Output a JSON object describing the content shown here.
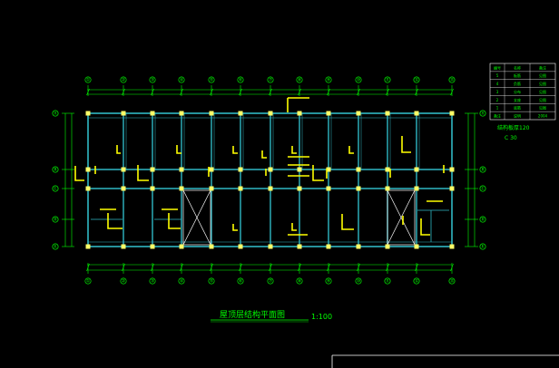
{
  "drawing": {
    "title": "屋顶层结构平面图",
    "scale": "1:100",
    "colors": {
      "background": "#000000",
      "beam": "#2fb8c4",
      "column": "#ffff66",
      "rebar": "#ffff00",
      "dimension": "#00ff00",
      "bubble": "#00ff00"
    },
    "top_axes": [
      "①",
      "②",
      "③",
      "④",
      "⑤",
      "⑥",
      "⑦",
      "⑧",
      "⑨",
      "⑩",
      "⑪",
      "⑫",
      "⑬"
    ],
    "bottom_axes": [
      "①",
      "②",
      "③",
      "④",
      "⑤",
      "⑥",
      "⑦",
      "⑧",
      "⑨",
      "⑩",
      "⑪",
      "⑫",
      "⑬"
    ],
    "left_axes": [
      "Ⓐ",
      "Ⓑ",
      "Ⓒ",
      "Ⓓ",
      "Ⓔ"
    ],
    "right_axes": [
      "Ⓐ",
      "Ⓑ",
      "Ⓒ",
      "Ⓓ",
      "Ⓔ"
    ]
  },
  "legend_table": {
    "rows": [
      [
        "编号",
        "名称",
        "备注"
      ],
      [
        "5",
        "板筋",
        "见图"
      ],
      [
        "4",
        "负筋",
        "见图"
      ],
      [
        "3",
        "分布",
        "见图"
      ],
      [
        "2",
        "支座",
        "见图"
      ],
      [
        "1",
        "底筋",
        "见图"
      ],
      [
        "备注",
        "说明",
        "2004"
      ]
    ],
    "note_line1": "结构板厚120",
    "note_line2": "C 30"
  }
}
